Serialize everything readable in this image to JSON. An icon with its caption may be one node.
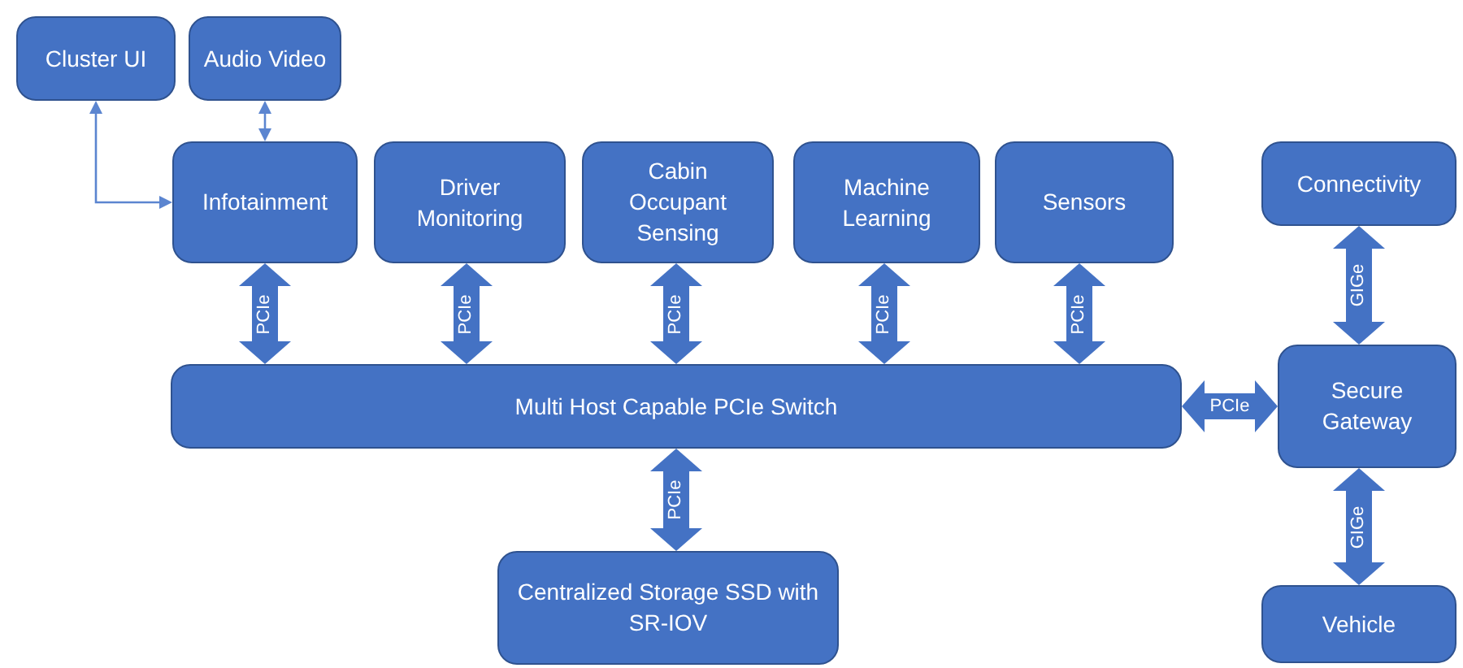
{
  "diagram": {
    "nodes": [
      {
        "text": [
          "Cluster UI"
        ]
      },
      {
        "text": [
          "Audio Video"
        ]
      },
      {
        "text": [
          "Infotainment"
        ]
      },
      {
        "text": [
          "Driver Monitoring"
        ]
      },
      {
        "text": [
          "Cabin Occupant Sensing"
        ]
      },
      {
        "text": [
          "Machine Learning"
        ]
      },
      {
        "text": [
          "Sensors"
        ]
      },
      {
        "text": [
          "Connectivity"
        ]
      },
      {
        "text": [
          "Multi Host Capable PCIe Switch"
        ]
      },
      {
        "text": [
          "Secure Gateway"
        ]
      },
      {
        "text": [
          "Centralized Storage SSD with SR-IOV"
        ]
      },
      {
        "text": [
          "Vehicle"
        ]
      }
    ],
    "edges": [
      {
        "from": 2,
        "to": 0,
        "arrow": "both",
        "color": "#5b85d0"
      },
      {
        "from": 1,
        "to": 2,
        "arrow": "both",
        "color": "#5b85d0"
      },
      {
        "from": 2,
        "to": 8,
        "arrow": "both",
        "label": "PCIe"
      },
      {
        "from": 3,
        "to": 8,
        "arrow": "both",
        "label": "PCIe"
      },
      {
        "from": 4,
        "to": 8,
        "arrow": "both",
        "label": "PCIe"
      },
      {
        "from": 5,
        "to": 8,
        "arrow": "both",
        "label": "PCIe"
      },
      {
        "from": 6,
        "to": 8,
        "arrow": "both",
        "label": "PCIe"
      },
      {
        "from": 8,
        "to": 9,
        "arrow": "both",
        "label": "PCIe"
      },
      {
        "from": 8,
        "to": 10,
        "arrow": "both",
        "label": "PCIe"
      },
      {
        "from": 7,
        "to": 9,
        "arrow": "both",
        "label": "GIGe"
      },
      {
        "from": 9,
        "to": 11,
        "arrow": "both",
        "label": "GIGe"
      }
    ]
  }
}
